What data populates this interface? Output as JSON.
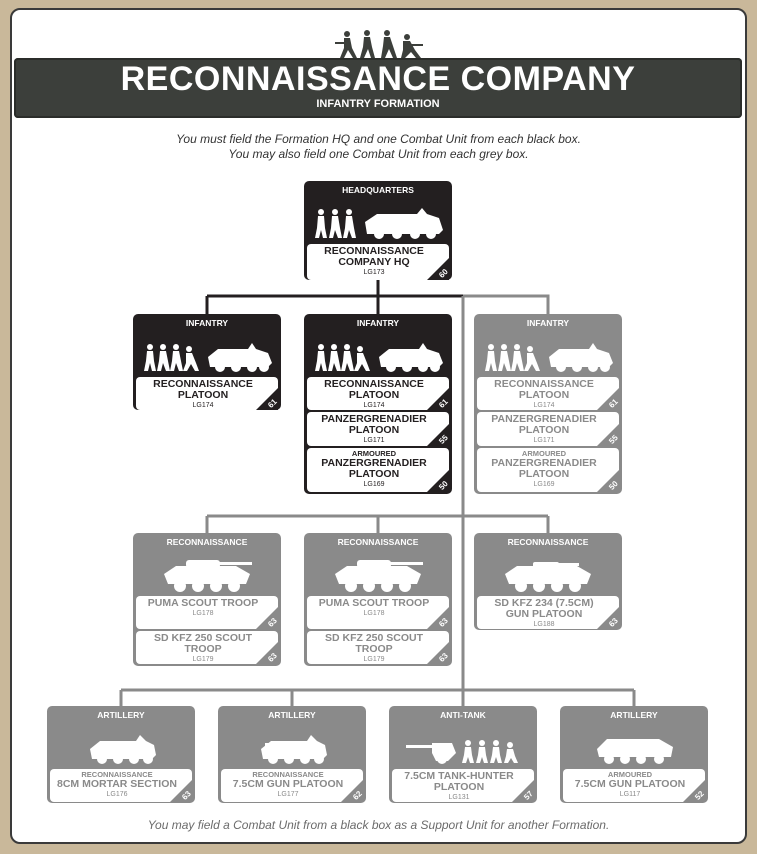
{
  "header": {
    "title": "RECONNAISSANCE COMPANY",
    "subtitle": "INFANTRY FORMATION",
    "instructions_1": "You must field the Formation HQ and one Combat Unit from each black box.",
    "instructions_2": "You may also field one Combat Unit from each grey box."
  },
  "footer": {
    "note": "You may field a Combat Unit from a black box as a Support Unit for another Formation."
  },
  "colors": {
    "black_box": "#231f20",
    "grey_box": "#8a8a8a",
    "banner": "#3c3f3b",
    "connector": "#8a8a8a"
  },
  "boxes": {
    "hq": {
      "category": "HEADQUARTERS",
      "units": [
        {
          "pre": "",
          "name": "RECONNAISSANCE COMPANY HQ",
          "code": "LG173",
          "points": "60"
        }
      ]
    },
    "inf1": {
      "category": "INFANTRY",
      "units": [
        {
          "pre": "",
          "name": "RECONNAISSANCE PLATOON",
          "code": "LG174",
          "points": "61"
        }
      ]
    },
    "inf2": {
      "category": "INFANTRY",
      "units": [
        {
          "pre": "",
          "name": "RECONNAISSANCE PLATOON",
          "code": "LG174",
          "points": "61"
        },
        {
          "pre": "",
          "name": "PANZERGRENADIER PLATOON",
          "code": "LG171",
          "points": "55"
        },
        {
          "pre": "ARMOURED",
          "name": "PANZERGRENADIER PLATOON",
          "code": "LG169",
          "points": "50"
        }
      ]
    },
    "inf3": {
      "category": "INFANTRY",
      "units": [
        {
          "pre": "",
          "name": "RECONNAISSANCE PLATOON",
          "code": "LG174",
          "points": "61"
        },
        {
          "pre": "",
          "name": "PANZERGRENADIER PLATOON",
          "code": "LG171",
          "points": "55"
        },
        {
          "pre": "ARMOURED",
          "name": "PANZERGRENADIER PLATOON",
          "code": "LG169",
          "points": "50"
        }
      ]
    },
    "rec1": {
      "category": "RECONNAISSANCE",
      "units": [
        {
          "pre": "",
          "name": "PUMA SCOUT TROOP",
          "code": "LG178",
          "points": "63"
        },
        {
          "pre": "",
          "name": "SD KFZ 250 SCOUT TROOP",
          "code": "LG179",
          "points": "63"
        }
      ]
    },
    "rec2": {
      "category": "RECONNAISSANCE",
      "units": [
        {
          "pre": "",
          "name": "PUMA SCOUT TROOP",
          "code": "LG178",
          "points": "63"
        },
        {
          "pre": "",
          "name": "SD KFZ 250 SCOUT TROOP",
          "code": "LG179",
          "points": "63"
        }
      ]
    },
    "rec3": {
      "category": "RECONNAISSANCE",
      "units": [
        {
          "pre": "",
          "name": "SD KFZ 234 (7.5CM) GUN PLATOON",
          "code": "LG188",
          "points": "63"
        }
      ]
    },
    "art1": {
      "category": "ARTILLERY",
      "units": [
        {
          "pre": "RECONNAISSANCE",
          "name": "8CM MORTAR SECTION",
          "code": "LG176",
          "points": "63"
        }
      ]
    },
    "art2": {
      "category": "ARTILLERY",
      "units": [
        {
          "pre": "RECONNAISSANCE",
          "name": "7.5CM GUN PLATOON",
          "code": "LG177",
          "points": "62"
        }
      ]
    },
    "at1": {
      "category": "ANTI-TANK",
      "units": [
        {
          "pre": "",
          "name": "7.5CM TANK-HUNTER PLATOON",
          "code": "LG131",
          "points": "57"
        }
      ]
    },
    "art3": {
      "category": "ARTILLERY",
      "units": [
        {
          "pre": "ARMOURED",
          "name": "7.5CM GUN PLATOON",
          "code": "LG117",
          "points": "52"
        }
      ]
    }
  }
}
